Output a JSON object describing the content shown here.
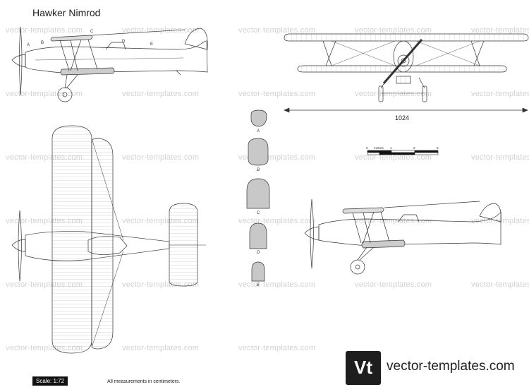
{
  "title": "Hawker Nimrod",
  "watermark": "vector-templates.com",
  "dimension_label": "1024",
  "sections": [
    "A",
    "B",
    "C",
    "D",
    "E"
  ],
  "fuselage_letters": [
    "A",
    "B",
    "C",
    "D",
    "E"
  ],
  "scale_bar": {
    "unit": "metres",
    "ticks": [
      "0",
      "1",
      "2",
      "3"
    ]
  },
  "scale_badge": "Scale: 1:72",
  "note": "All measurements in centimeters.",
  "logo_glyph": "Vt",
  "logo_text": "vector-templates.com",
  "colors": {
    "line": "#333333",
    "section_fill": "#c8c8c8",
    "watermark": "#d2d2d2",
    "logo_bg": "#1e1e1e"
  }
}
